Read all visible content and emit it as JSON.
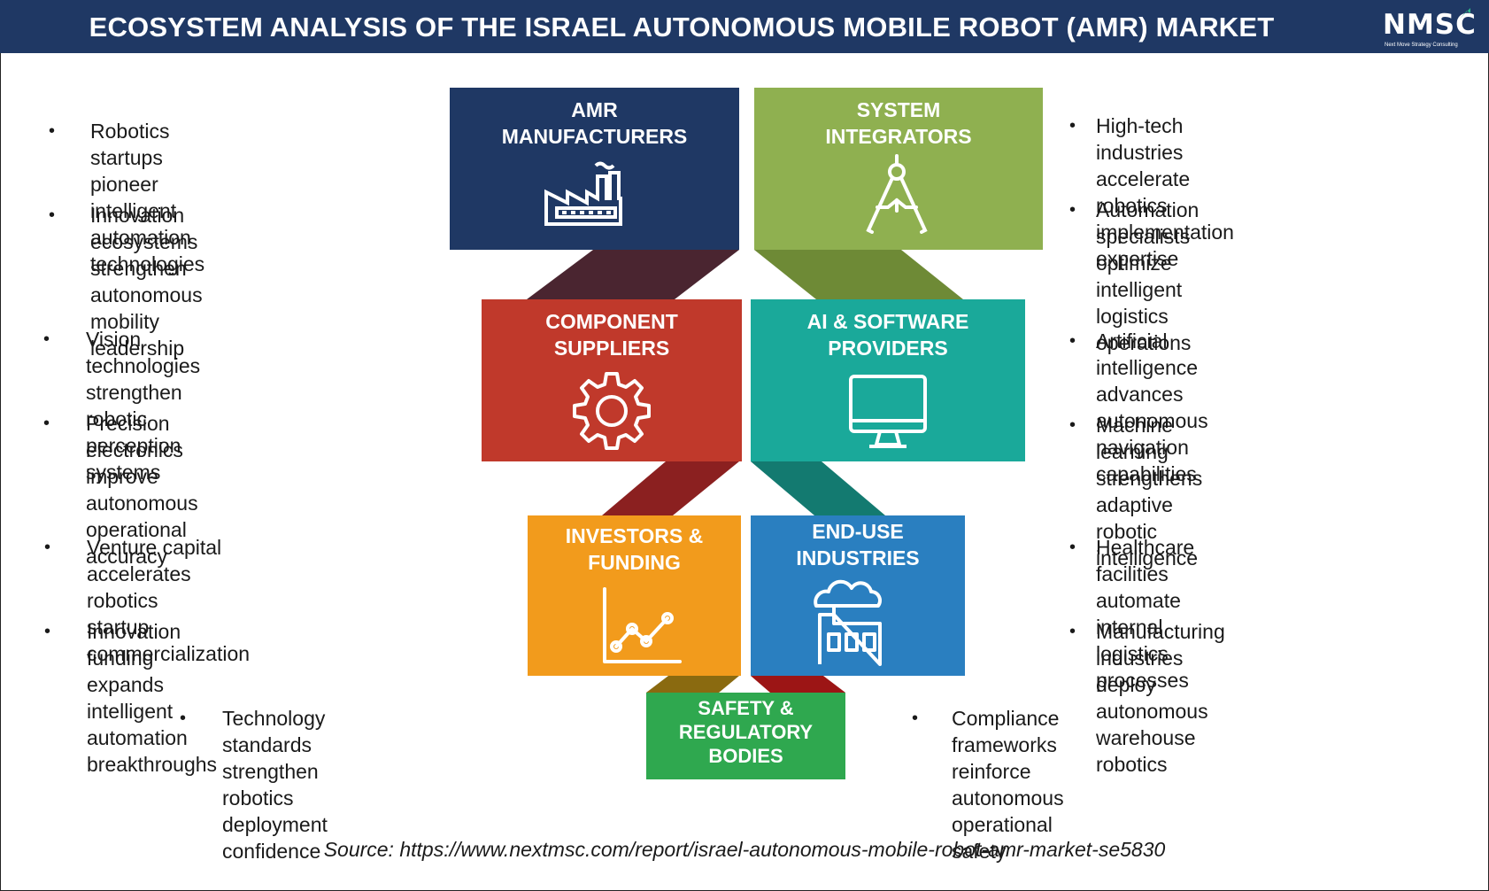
{
  "header": {
    "title": "ECOSYSTEM ANALYSIS OF THE ISRAEL AUTONOMOUS MOBILE ROBOT (AMR) MARKET",
    "logo_text": "NMSC",
    "logo_tagline": "Next Move Strategy Consulting"
  },
  "colors": {
    "header_bg": "#1f3864",
    "amr_manufacturers": "#1f3864",
    "system_integrators": "#8fb050",
    "component_suppliers": "#c0392b",
    "ai_software": "#1aa99a",
    "investors_funding": "#f29b1c",
    "end_use": "#2a7fc0",
    "safety": "#2fa84f"
  },
  "boxes": {
    "amr_manufacturers": {
      "label": "AMR\nMANUFACTURERS",
      "icon": "factory-icon"
    },
    "system_integrators": {
      "label": "SYSTEM\nINTEGRATORS",
      "icon": "compass-icon"
    },
    "component_suppliers": {
      "label": "COMPONENT\nSUPPLIERS",
      "icon": "gear-icon"
    },
    "ai_software": {
      "label": "AI & SOFTWARE\nPROVIDERS",
      "icon": "monitor-icon"
    },
    "investors_funding": {
      "label": "INVESTORS &\nFUNDING",
      "icon": "line-chart-icon"
    },
    "end_use": {
      "label": "END-USE\nINDUSTRIES",
      "icon": "industry-icon"
    },
    "safety": {
      "label": "SAFETY &\nREGULATORY\nBODIES"
    }
  },
  "bullets": {
    "amr_1": "Robotics startups pioneer intelligent\nautomation technologies",
    "amr_2": "Innovation ecosystems strengthen\nautonomous mobility leadership",
    "si_1": "High-tech industries accelerate\nrobotics implementation expertise",
    "si_2": "Automation specialists optimize\nintelligent logistics operations",
    "comp_1": "Vision technologies strengthen robotic\nperception systems",
    "comp_2": "Precision electronics improve\nautonomous operational accuracy",
    "ai_1": "Artificial intelligence advances\nautonomous navigation capabilities",
    "ai_2": "Machine learning strengthens adaptive\nrobotic intelligence",
    "inv_1": "Venture capital accelerates robotics\nstartup commercialization",
    "inv_2": "Innovation funding expands intelligent\nautomation breakthroughs",
    "end_1": "Healthcare facilities automate\ninternal logistics processes",
    "end_2": "Manufacturing industries deploy\nautonomous warehouse robotics",
    "safety_1": "Technology standards strengthen\nrobotics deployment confidence",
    "safety_2": "Compliance frameworks reinforce\nautonomous operational safety",
    "marker": "•"
  },
  "source": "Source: https://www.nextmsc.com/report/israel-autonomous-mobile-robot-amr-market-se5830"
}
